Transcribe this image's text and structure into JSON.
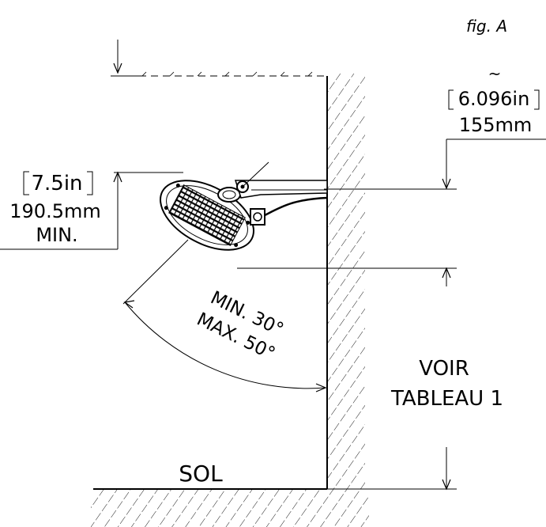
{
  "figure": {
    "label": "fig. A",
    "top_dim": {
      "tilde": "~",
      "inch": "6.096in",
      "mm": "155mm"
    },
    "left_dim": {
      "inch": "7.5in",
      "mm": "190.5mm",
      "note": "MIN."
    },
    "angle": {
      "min": "MIN. 30°",
      "max": "MAX. 50°"
    },
    "see_table": {
      "line1": "VOIR",
      "line2": "TABLEAU 1"
    },
    "floor": "SOL"
  }
}
